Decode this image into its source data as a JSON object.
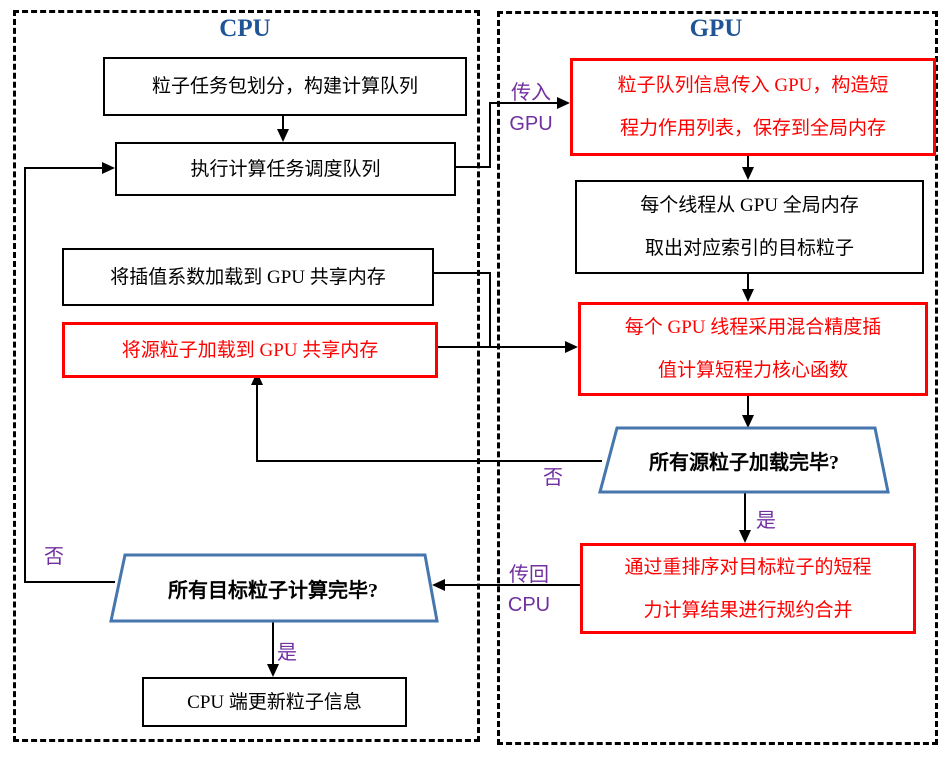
{
  "diagram": {
    "cpu": {
      "title": "CPU",
      "nodes": {
        "task_partition": {
          "lines": [
            "粒子任务包划分，构建计算队列"
          ]
        },
        "exec_schedule_queue": {
          "lines": [
            "执行计算任务调度队列"
          ]
        },
        "load_interp_coeff": {
          "lines": [
            "将插值系数加载到 GPU 共享内存"
          ]
        },
        "load_source_particles": {
          "lines": [
            "将源粒子加载到 GPU 共享内存"
          ]
        },
        "all_targets_done": {
          "lines": [
            "所有目标粒子计算完毕?"
          ]
        },
        "update_particles": {
          "lines": [
            "CPU 端更新粒子信息"
          ]
        }
      }
    },
    "gpu": {
      "title": "GPU",
      "nodes": {
        "queue_to_gpu": {
          "lines": [
            "粒子队列信息传入 GPU，构造短",
            "程力作用列表，保存到全局内存"
          ]
        },
        "fetch_target": {
          "lines": [
            "每个线程从 GPU 全局内存",
            "取出对应索引的目标粒子"
          ]
        },
        "mixed_precision_kernel": {
          "lines": [
            "每个 GPU 线程采用混合精度插",
            "值计算短程力核心函数"
          ]
        },
        "all_sources_loaded": {
          "lines": [
            "所有源粒子加载完毕?"
          ]
        },
        "reduce_merge": {
          "lines": [
            "通过重排序对目标粒子的短程",
            "力计算结果进行规约合并"
          ]
        }
      }
    },
    "labels": {
      "transfer_in_cn": "传入",
      "transfer_in_latin": "GPU",
      "transfer_back_cn": "传回",
      "transfer_back_latin": "CPU",
      "no_right": "否",
      "yes_right": "是",
      "no_left": "否",
      "yes_left": "是"
    },
    "colors": {
      "title_blue": "#1F5597",
      "trapezoid_border": "#4576AD",
      "highlight_red": "#FF0000",
      "label_purple": "#7030A0",
      "line": "#000000"
    }
  }
}
